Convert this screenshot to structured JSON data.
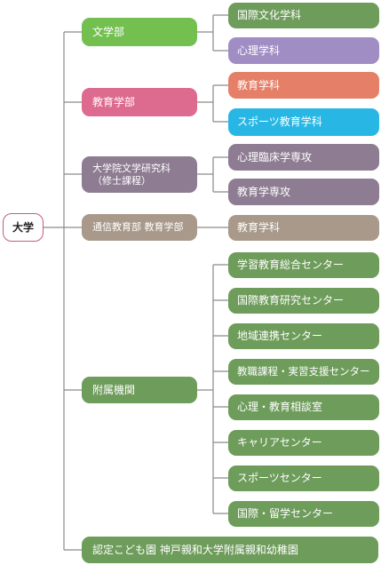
{
  "root": {
    "label": "大学"
  },
  "faculties": {
    "letters": {
      "label": "文学部",
      "departments": [
        "国際文化学科",
        "心理学科"
      ]
    },
    "education": {
      "label": "教育学部",
      "departments": [
        "教育学科",
        "スポーツ教育学科"
      ]
    },
    "graduate": {
      "label_line1": "大学院文学研究科",
      "label_line2": "（修士課程）",
      "departments": [
        "心理臨床学専攻",
        "教育学専攻"
      ]
    },
    "correspondence": {
      "label": "通信教育部 教育学部",
      "departments": [
        "教育学科"
      ]
    },
    "affiliated": {
      "label": "附属機関",
      "centers": [
        "学習教育総合センター",
        "国際教育研究センター",
        "地域連携センター",
        "教職課程・実習支援センター",
        "心理・教育相談室",
        "キャリアセンター",
        "スポーツセンター",
        "国際・留学センター"
      ]
    },
    "kindergarten": {
      "label": "認定こども園 神戸親和大学附属親和幼稚園"
    }
  },
  "colors": {
    "connector": "#8a8a8a",
    "root_border": "#c0607a",
    "letters": "#73c051",
    "letters_dept_1": "#6e9c5b",
    "letters_dept_2": "#a08dc4",
    "education": "#dd6a8f",
    "education_dept_1": "#e57f67",
    "education_dept_2": "#28b7e4",
    "graduate": "#8e7c92",
    "correspondence": "#a8998a",
    "affiliated": "#6e9c5b",
    "kindergarten": "#6e9c5b"
  }
}
